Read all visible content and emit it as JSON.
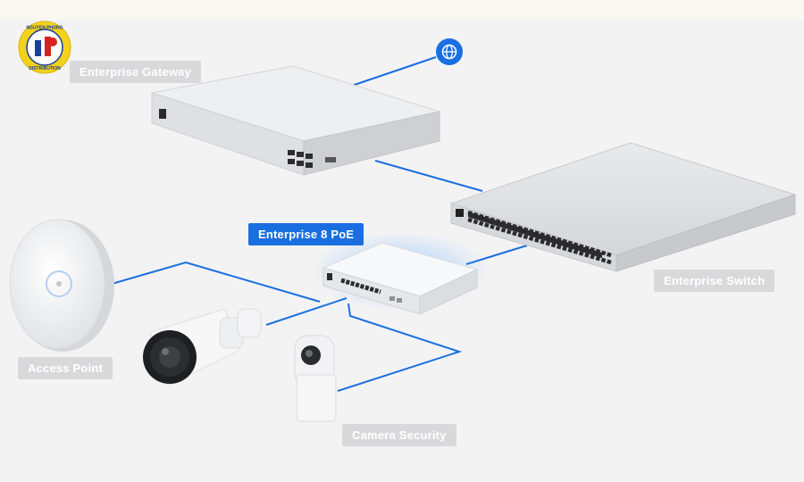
{
  "labels": {
    "gateway": "Enterprise Gateway",
    "poe_switch": "Enterprise 8 PoE",
    "switch": "Enterprise Switch",
    "access_point": "Access Point",
    "camera": "Camera Security"
  },
  "logo": {
    "top_text": "NGUYEN PHONG",
    "bottom_text": "DISTRIBUTION"
  },
  "colors": {
    "link": "#1a6fe0",
    "label_bg": "#d9d9db",
    "label_active_bg": "#1a6fe0",
    "background": "#f3f3f4"
  },
  "icons": {
    "internet": "globe-icon"
  }
}
